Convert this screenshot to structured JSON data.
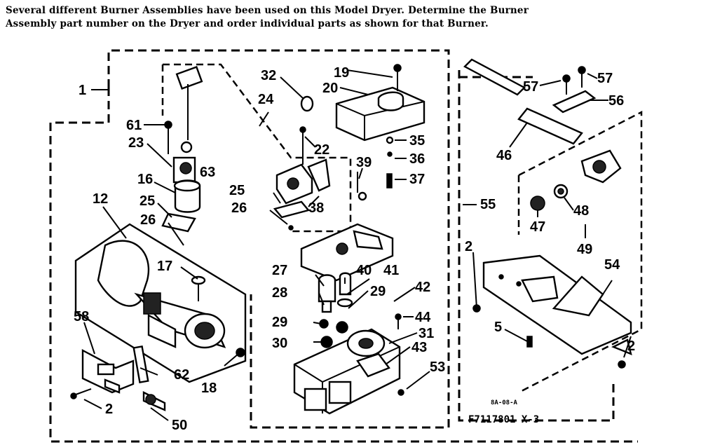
{
  "header": {
    "line1": "Several different Burner Assemblies have been used on this Model Dryer.  Determine the Burner",
    "line2": "Assembly part number on the Dryer and order individual parts as shown for that Burner."
  },
  "labels": {
    "p1": "1",
    "p2a": "2",
    "p2b": "2",
    "p2c": "2",
    "p5": "5",
    "p12": "12",
    "p16": "16",
    "p17": "17",
    "p18": "18",
    "p19": "19",
    "p20": "20",
    "p22": "22",
    "p23": "23",
    "p24": "24",
    "p25a": "25",
    "p25b": "25",
    "p26a": "26",
    "p26b": "26",
    "p27": "27",
    "p28": "28",
    "p29a": "29",
    "p29b": "29",
    "p30": "30",
    "p31": "31",
    "p32": "32",
    "p35": "35",
    "p36": "36",
    "p37": "37",
    "p38": "38",
    "p39": "39",
    "p40": "40",
    "p41": "41",
    "p42": "42",
    "p43": "43",
    "p44": "44",
    "p46": "46",
    "p47": "47",
    "p48": "48",
    "p49": "49",
    "p50": "50",
    "p53": "53",
    "p54": "54",
    "p55": "55",
    "p56": "56",
    "p57a": "57",
    "p57b": "57",
    "p58": "58",
    "p61": "61",
    "p62": "62",
    "p63": "63"
  },
  "footer": {
    "code_small": "8A-08-A",
    "code": "F7117801 X-3"
  }
}
